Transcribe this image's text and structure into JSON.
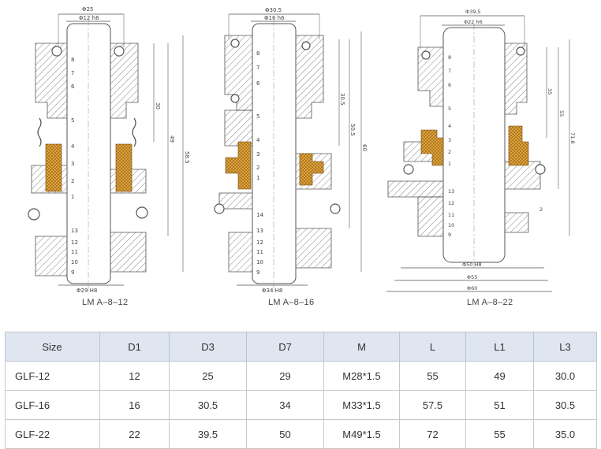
{
  "drawings": [
    {
      "caption": "LM A–8–12",
      "top_dim_outer": "Φ25",
      "top_dim_inner": "Φ12 h6",
      "bottom_dim": "Φ29 H8",
      "right_dims": [
        "30",
        "49",
        "58.5"
      ],
      "part_numbers": [
        "8",
        "7",
        "6",
        "5",
        "4",
        "3",
        "2",
        "1",
        "13",
        "12",
        "11",
        "10",
        "9"
      ]
    },
    {
      "caption": "LM A–8–16",
      "top_dim_outer": "Φ30.5",
      "top_dim_inner": "Φ16 h6",
      "bottom_dim": "Φ34 H8",
      "right_dims": [
        "30.5",
        "50.5",
        "60"
      ],
      "part_numbers": [
        "8",
        "7",
        "6",
        "5",
        "4",
        "3",
        "2",
        "1",
        "14",
        "13",
        "12",
        "11",
        "10",
        "9"
      ]
    },
    {
      "caption": "LM A–8–22",
      "top_dim_outer": "Φ39.5",
      "top_dim_inner": "Φ22 h6",
      "bottom_dims": [
        "Φ50 H8",
        "Φ55",
        "Φ60"
      ],
      "right_dims": [
        "35",
        "55",
        "71.8"
      ],
      "small_dim": "2",
      "part_numbers": [
        "8",
        "7",
        "6",
        "5",
        "4",
        "3",
        "2",
        "1",
        "13",
        "12",
        "11",
        "10",
        "9"
      ]
    }
  ],
  "table": {
    "headers": [
      "Size",
      "D1",
      "D3",
      "D7",
      "M",
      "L",
      "L1",
      "L3"
    ],
    "rows": [
      [
        "GLF-12",
        "12",
        "25",
        "29",
        "M28*1.5",
        "55",
        "49",
        "30.0"
      ],
      [
        "GLF-16",
        "16",
        "30.5",
        "34",
        "M33*1.5",
        "57.5",
        "51",
        "30.5"
      ],
      [
        "GLF-22",
        "22",
        "39.5",
        "50",
        "M49*1.5",
        "72",
        "55",
        "35.0"
      ]
    ]
  },
  "colors": {
    "header_bg": "#dfe6f0",
    "seal_face": "#e0a43a",
    "line": "#555555"
  }
}
